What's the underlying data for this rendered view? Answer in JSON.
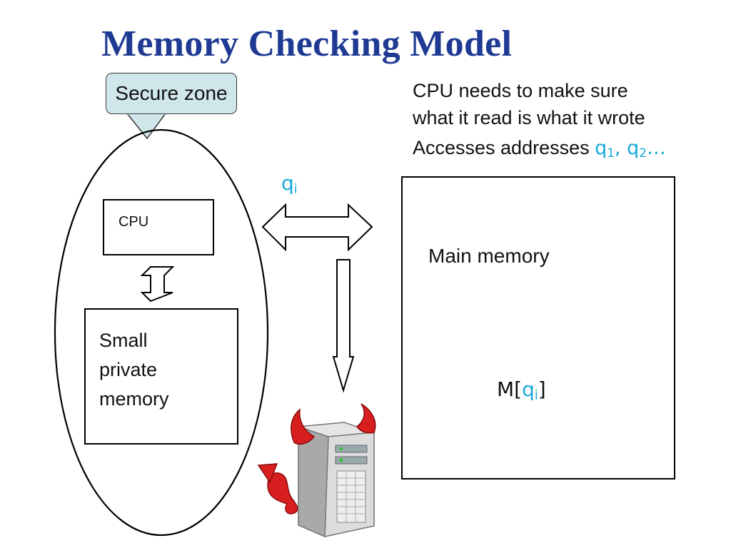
{
  "title": "Memory Checking Model",
  "callout": {
    "label": "Secure zone"
  },
  "notes": {
    "line1": "CPU needs to make sure",
    "line2": "what it read is what it wrote",
    "line3_prefix": "Accesses addresses ",
    "q_symbol": "q",
    "sub1": "1",
    "sep": ", ",
    "sub2": "2",
    "ellipsis": "…"
  },
  "arrow_label": {
    "q": "q",
    "sub": "i"
  },
  "cpu_box": {
    "label": "CPU"
  },
  "private_memory": {
    "line1": "Small",
    "line2": "private",
    "line3": "memory"
  },
  "main_memory": {
    "label": "Main memory",
    "cell_prefix": "M[",
    "cell_q": "q",
    "cell_sub": "i",
    "cell_suffix": "]"
  },
  "icons": {
    "adversary": "devil-server-icon"
  },
  "colors": {
    "title": "#1f3a93",
    "address": "#19a9d9",
    "callout_fill": "#cfe6ea",
    "devil": "#d81f1f"
  }
}
